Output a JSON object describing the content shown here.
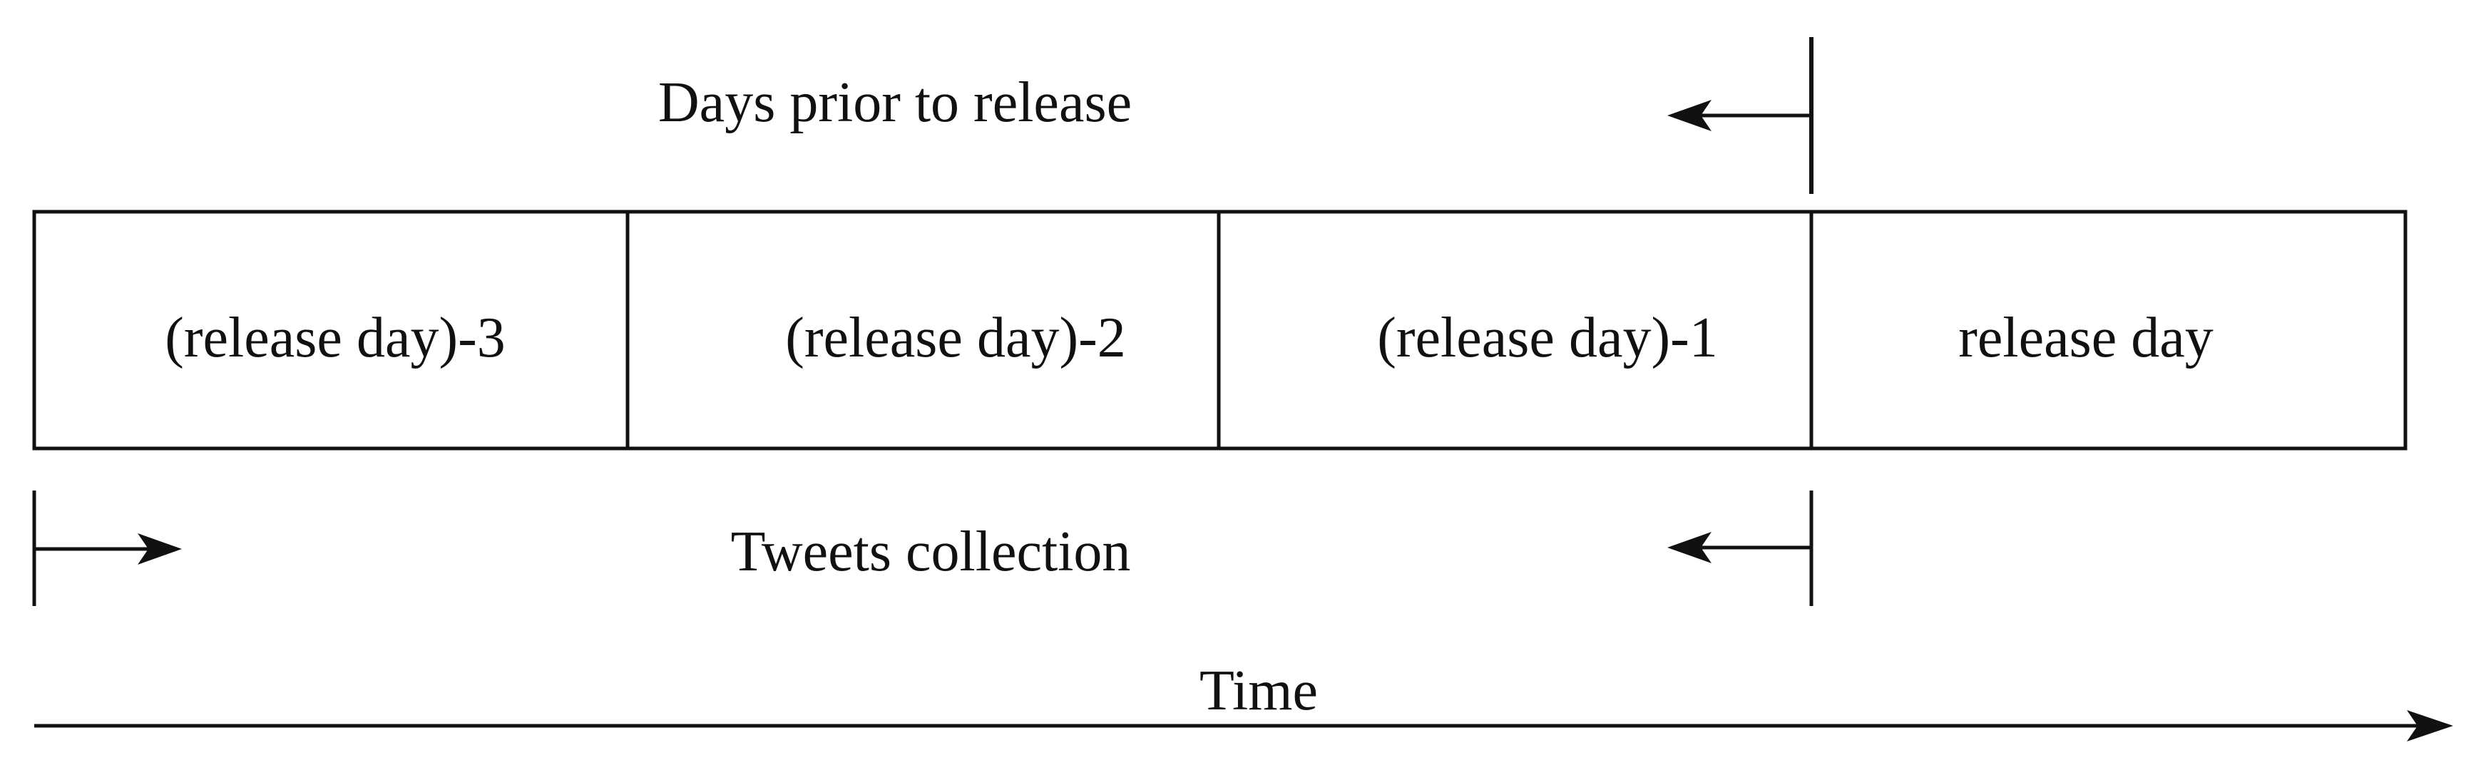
{
  "header_label": "Days prior to release",
  "timeline": {
    "cells": [
      {
        "label": "(release day)-3"
      },
      {
        "label": "(release day)-2"
      },
      {
        "label": "(release day)-1"
      },
      {
        "label": "release day"
      }
    ]
  },
  "collection_label": "Tweets collection",
  "time_axis_label": "Time",
  "colors": {
    "line": "#111111",
    "background": "#ffffff"
  }
}
